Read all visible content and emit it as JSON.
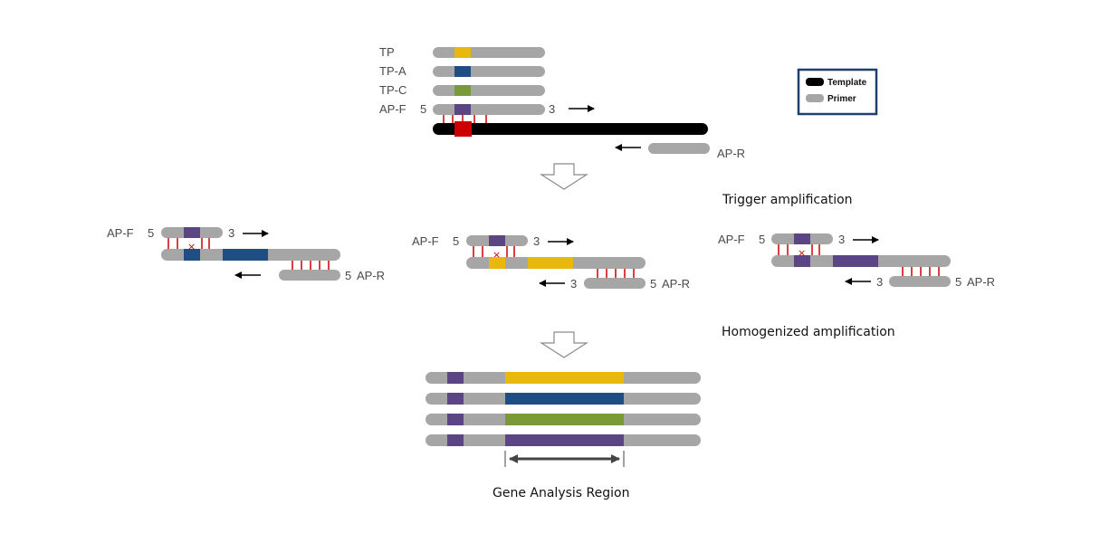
{
  "colors": {
    "primer": "#a6a6a6",
    "template": "#000000",
    "tp": "#e8b80e",
    "tp_a": "#1f4e85",
    "tp_c": "#7a9a3a",
    "ap": "#5b4582",
    "mismatch": "#cc0000",
    "legend_border": "#1f3f6e",
    "arrow_outline": "#8a8a8a"
  },
  "top": {
    "rows": [
      "TP",
      "TP-A",
      "TP-C",
      "AP-F"
    ],
    "five": "5",
    "three": "3",
    "ap_r": "AP-R"
  },
  "legend": {
    "template": "Template",
    "primer": "Primer"
  },
  "captions": {
    "trigger": "Trigger amplification",
    "homogenized": "Homogenized amplification",
    "gene": "Gene Analysis Region"
  },
  "panels": {
    "ap_f": "AP-F",
    "ap_r": "AP-R",
    "five": "5",
    "three": "3"
  },
  "bottom": {
    "bar_colors": [
      "#e8b80e",
      "#1f4e85",
      "#7a9a3a",
      "#5b4582"
    ]
  }
}
